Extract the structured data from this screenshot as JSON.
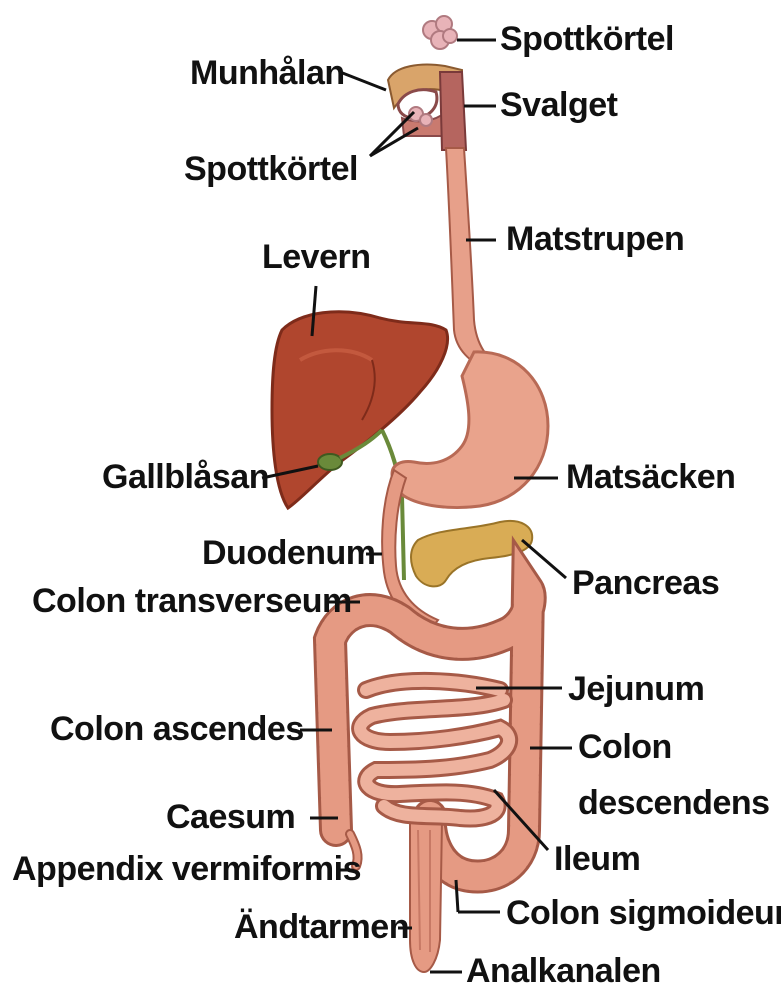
{
  "colors": {
    "liver": "#b0462e",
    "liver_dark": "#7e2b1a",
    "stomach": "#e9a38c",
    "stomach_dark": "#b86a55",
    "intestine": "#e59a83",
    "intestine_dark": "#a65a47",
    "pancreas": "#d9ac55",
    "gallbladder": "#6a8a3a",
    "gland": "#e8b3b8"
  },
  "labels": {
    "spottkortel_top": "Spottkörtel",
    "munhalan": "Munhålan",
    "svalget": "Svalget",
    "spottkortel_left": "Spottkörtel",
    "matstrupen": "Matstrupen",
    "levern": "Levern",
    "gallblasan": "Gallblåsan",
    "matsacken": "Matsäcken",
    "duodenum": "Duodenum",
    "pancreas": "Pancreas",
    "colon_transverseum": "Colon transverseum",
    "jejunum": "Jejunum",
    "colon_ascendes": "Colon ascendes",
    "colon_descendens_1": "Colon",
    "colon_descendens_2": "descendens",
    "caesum": "Caesum",
    "ileum": "Ileum",
    "appendix": "Appendix vermiformis",
    "colon_sigmoideum": "Colon sigmoideum",
    "andtarmen": "Ändtarmen",
    "analkanalen": "Analkanalen"
  }
}
